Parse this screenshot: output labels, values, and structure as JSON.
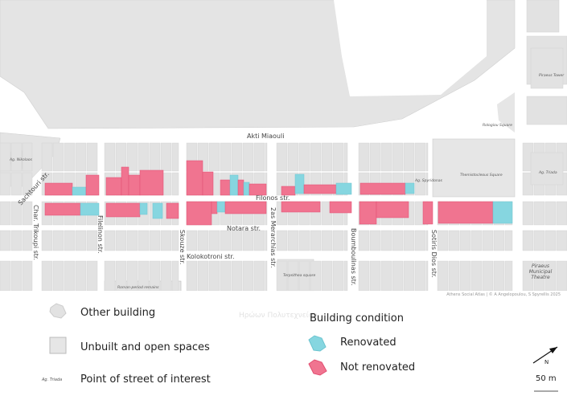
{
  "map": {
    "streets": {
      "akti_miaouli": "Akti Miaouli",
      "filonos": "Filonos str.",
      "notara": "Notara str.",
      "kolokotroni": "Kolokotroni str.",
      "sachtouri": "Sachtouri str.",
      "char_trikoupi": "Char. Trikoupi str.",
      "filelinon": "Filelinon str.",
      "skouze": "Skouze str.",
      "merarchias": "2as Merarchias str.",
      "boumboulinas": "Boumboulinas str.",
      "sotiris_dios": "Sotiris Dios str.",
      "faint_street": "Ηρώων Πολυτεχνείου"
    },
    "places": {
      "ag_nikolaos": "Ag. Nikolaos",
      "ag_spyridonas": "Ag. Spyridonas",
      "themistocleous": "Themistocleous Square",
      "rologiou": "Rologiou Square",
      "piraeus_tower": "Piraeus Tower",
      "ag_triada": "Ag. Triada",
      "terpsithea": "Terpsithea square",
      "roman_remains": "Roman-period remains",
      "municipal_theatre": "Piraeus Municipal Theatre"
    },
    "colors": {
      "renovated": "#86d6e0",
      "not_renovated": "#f07490",
      "building": "#e2e2e2",
      "open_space": "#e6e6e6"
    }
  },
  "credit": "Athens Social Atlas | © A Angelopoulou, S Spyrellis 2025",
  "legend": {
    "other_building": "Other building",
    "unbuilt": "Unbuilt and open spaces",
    "poi_sample": "Ag. Triada",
    "poi": "Point of street of interest",
    "condition_title": "Building condition",
    "renovated": "Renovated",
    "not_renovated": "Not renovated"
  },
  "north_label": "N",
  "scale_label": "50 m"
}
